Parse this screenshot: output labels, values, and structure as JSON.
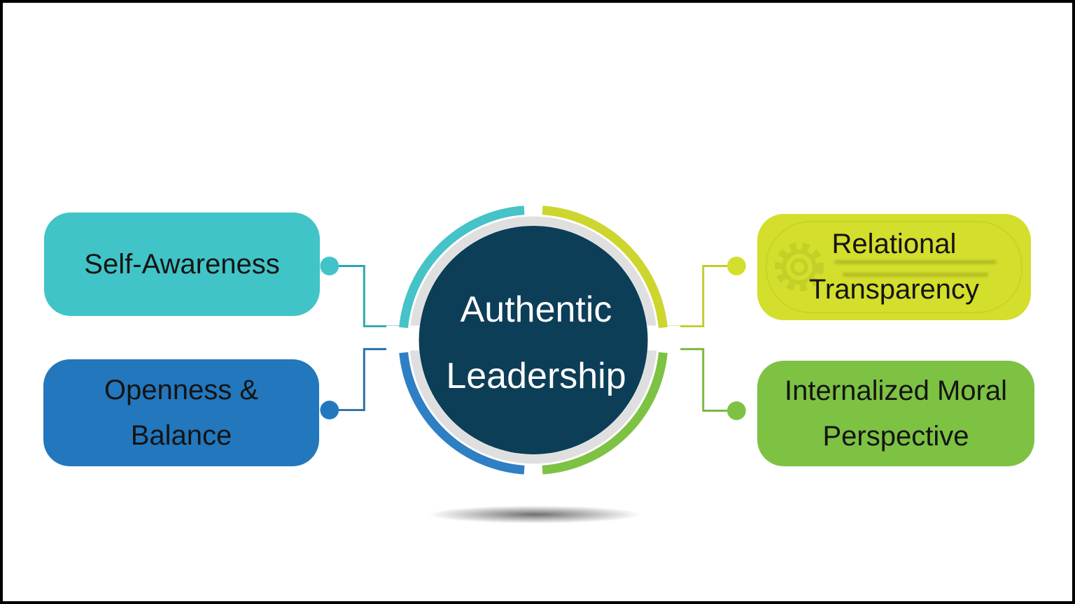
{
  "diagram": {
    "center": {
      "title_line1": "Authentic",
      "title_line2": "Leadership"
    },
    "nodes": {
      "topLeft": {
        "label": "Self-Awareness",
        "line1": "Self-Awareness",
        "line2": "",
        "color": "#41c4c7",
        "position": "top-left"
      },
      "bottomLeft": {
        "label": "Openness & Balance",
        "line1": "Openness &",
        "line2": "Balance",
        "color": "#2377bd",
        "position": "bottom-left"
      },
      "topRight": {
        "label": "Relational Transparency",
        "line1": "Relational",
        "line2": "Transparency",
        "color": "#d4de2c",
        "position": "top-right"
      },
      "bottomRight": {
        "label": "Internalized Moral Perspective",
        "line1": "Internalized Moral",
        "line2": "Perspective",
        "color": "#7dc243",
        "position": "bottom-right"
      }
    },
    "palette": {
      "teal": "#41c4c7",
      "blue": "#2377bd",
      "yellow_green": "#d4de2c",
      "green": "#7dc243",
      "navy_circle": "#0d3e57",
      "inner_ring_gray": "#dfdfdf",
      "text_dark": "#141414",
      "text_light": "#ffffff",
      "frame_border": "#000000"
    }
  }
}
